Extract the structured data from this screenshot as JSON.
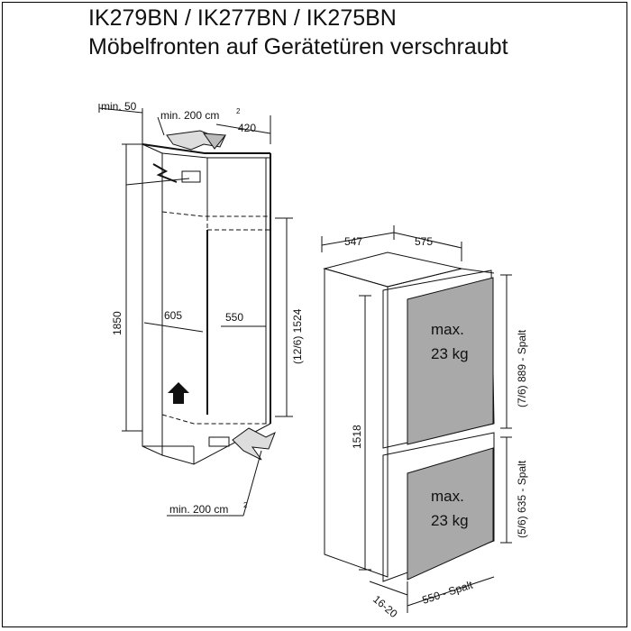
{
  "header": {
    "models": "IK279BN / IK277BN / IK275BN",
    "subtitle": "Möbelfronten auf Gerätetüren verschraubt"
  },
  "niche": {
    "min_50": "min. 50",
    "vent_top": "min. 200 cm",
    "vent_top_sup": "2",
    "depth_top": "420",
    "height": "1850",
    "width": "605",
    "inner_depth": "550",
    "inner_height": "(12/6) 1524",
    "vent_bottom": "min. 200 cm",
    "vent_bottom_sup": "2"
  },
  "appliance": {
    "depth": "547",
    "depth_total": "575",
    "height": "1518",
    "upper_door_load": [
      "max.",
      "23 kg"
    ],
    "lower_door_load": [
      "max.",
      "23 kg"
    ],
    "upper_gap": "(7/6)  889 - Spalt",
    "lower_gap": "(5/6)  635 - Spalt",
    "front_width": "550 - Spalt",
    "front_offset": "16-20"
  },
  "colors": {
    "line": "#111111",
    "panel": "#a9a9a9",
    "arrow": "#222222"
  }
}
